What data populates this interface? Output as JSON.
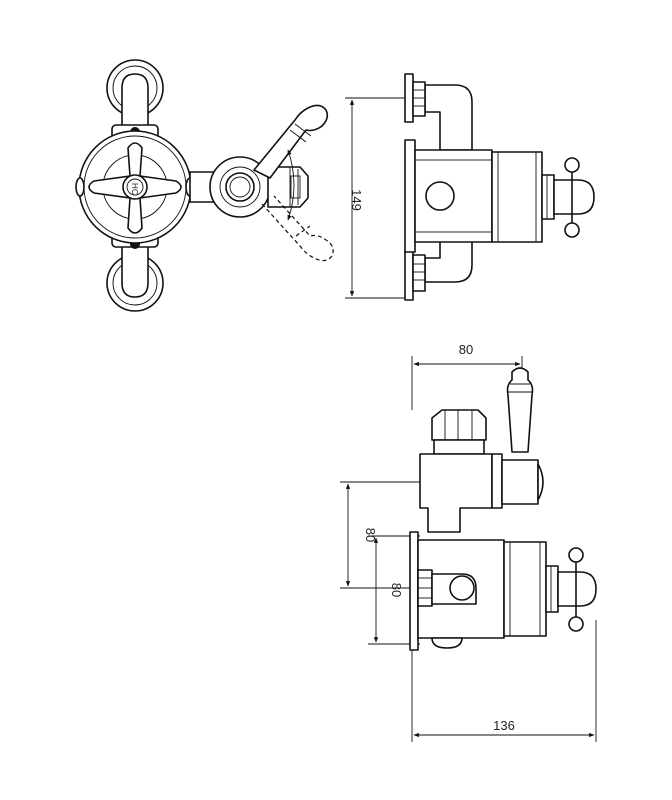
{
  "figure": {
    "dimensions": {
      "side_height": "149",
      "top_width": "80",
      "left_outer": "80",
      "left_inner": "80",
      "bottom_width": "136"
    },
    "handle_markings": {
      "hot": "H",
      "cold": "C"
    }
  }
}
